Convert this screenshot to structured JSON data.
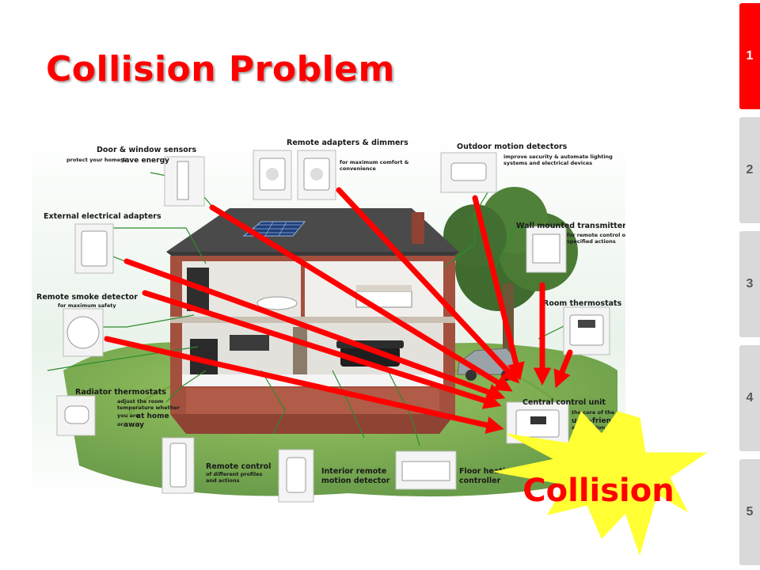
{
  "slide": {
    "title": "Collision Problem"
  },
  "nav": {
    "tabs": [
      {
        "label": "1",
        "active": true
      },
      {
        "label": "2",
        "active": false
      },
      {
        "label": "3",
        "active": false
      },
      {
        "label": "4",
        "active": false
      },
      {
        "label": "5",
        "active": false
      }
    ]
  },
  "illustration": {
    "labels": {
      "door_window": "Door & window sensors",
      "door_window_sub1": "protect your home &",
      "door_window_sub2": "save energy",
      "remote_adapters": "Remote adapters & dimmers",
      "remote_adapters_sub1": "for maximum comfort &",
      "remote_adapters_sub2": "convenience",
      "outdoor_motion": "Outdoor motion detectors",
      "outdoor_motion_sub1": "improve security & automate lighting",
      "outdoor_motion_sub2": "systems and electrical devices",
      "external_adapters": "External electrical adapters",
      "wall_transmitters": "Wall mounted transmitters",
      "wall_transmitters_sub1": "for remote control of",
      "wall_transmitters_sub2": "specified actions",
      "smoke_detector": "Remote smoke detector",
      "smoke_detector_sub": "for maximum safety",
      "room_thermostats": "Room thermostats",
      "radiator_thermostats": "Radiator thermostats",
      "radiator_sub1": "adjust the room",
      "radiator_sub2": "temperature whether",
      "radiator_sub3": "you are",
      "radiator_sub3b": "at home",
      "radiator_sub4": "or",
      "radiator_sub4b": "away",
      "central_unit": "Central control unit",
      "central_unit_sub1": "the core of the",
      "central_unit_sub2": "user-friendly",
      "central_unit_sub3": "automation system",
      "remote_control": "Remote control",
      "remote_control_sub1": "of different profiles",
      "remote_control_sub2": "and actions",
      "interior_motion1": "Interior remote",
      "interior_motion2": "motion detector",
      "floor_heating1": "Floor heating",
      "floor_heating2": "controller"
    }
  },
  "callout": {
    "text": "Collision"
  },
  "colors": {
    "accent": "#ff0000",
    "burst_fill": "#ffff33",
    "tab_inactive": "#d9d9d9",
    "leader_lines": "#2e8b2e"
  }
}
